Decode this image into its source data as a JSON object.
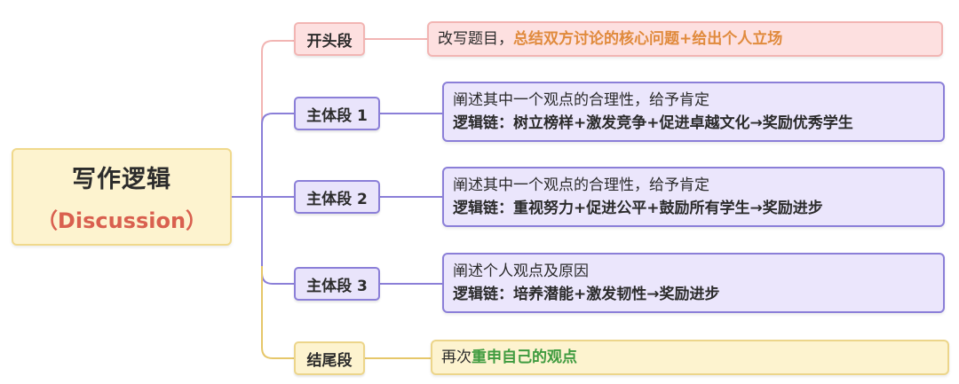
{
  "root": {
    "title": "写作逻辑",
    "subtitle": "（Discussion）"
  },
  "nodes": [
    {
      "label": "开头段"
    },
    {
      "label": "主体段 1"
    },
    {
      "label": "主体段 2"
    },
    {
      "label": "主体段 3"
    },
    {
      "label": "结尾段"
    }
  ],
  "details": {
    "opening": {
      "prefix": "改写题目，",
      "highlight": "总结双方讨论的核心问题+给出个人立场"
    },
    "body1": {
      "line1": "阐述其中一个观点的合理性，给予肯定",
      "line2": "逻辑链：树立榜样+激发竞争+促进卓越文化→奖励优秀学生"
    },
    "body2": {
      "line1": "阐述其中一个观点的合理性，给予肯定",
      "line2": "逻辑链：重视努力+促进公平+鼓励所有学生→奖励进步"
    },
    "body3": {
      "line1": "阐述个人观点及原因",
      "line2": "逻辑链：培养潜能+激发韧性→奖励进步"
    },
    "closing": {
      "prefix": "再次",
      "highlight": "重申自己的观点"
    }
  },
  "colors": {
    "red_branch": "#f2b5b3",
    "purple_branch": "#8b7fd8",
    "yellow_branch": "#e6c76a",
    "opening_highlight": "#e08a3c",
    "closing_highlight": "#3f9b3f",
    "root_subtitle": "#d9604f"
  }
}
